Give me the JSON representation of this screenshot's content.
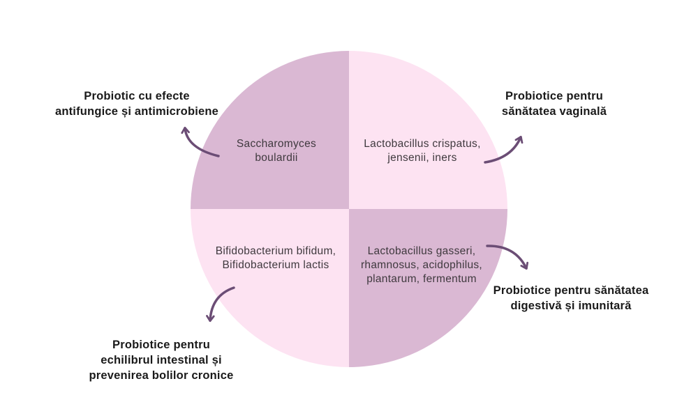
{
  "colors": {
    "quadrant_dark": "#dab8d3",
    "quadrant_light": "#fde3f2",
    "arrow_purple": "#6b4d75",
    "species_text": "#3f393e",
    "callout_text": "#1a1a1a",
    "background": "#ffffff"
  },
  "diagram": {
    "type": "four-quadrant-circle",
    "quadrants": [
      {
        "position": "top-left",
        "species": "Saccharomyces\nboulardii",
        "callout": "Probiotic cu efecte\nantifungice și antimicrobiene",
        "arrow_icon": "curved-arrow-up-left-icon"
      },
      {
        "position": "top-right",
        "species": "Lactobacillus crispatus,\njensenii, iners",
        "callout": "Probiotice pentru\nsănătatea vaginală",
        "arrow_icon": "curved-arrow-up-right-icon"
      },
      {
        "position": "bottom-left",
        "species": "Bifidobacterium bifidum,\nBifidobacterium lactis",
        "callout": "Probiotice pentru\nechilibrul intestinal și\nprevenirea bolilor cronice",
        "arrow_icon": "curved-arrow-down-left-icon"
      },
      {
        "position": "bottom-right",
        "species": "Lactobacillus gasseri,\nrhamnosus, acidophilus,\nplantarum, fermentum",
        "callout": "Probiotice pentru sănătatea\ndigestivă și imunitară",
        "arrow_icon": "curved-arrow-down-right-icon"
      }
    ]
  }
}
